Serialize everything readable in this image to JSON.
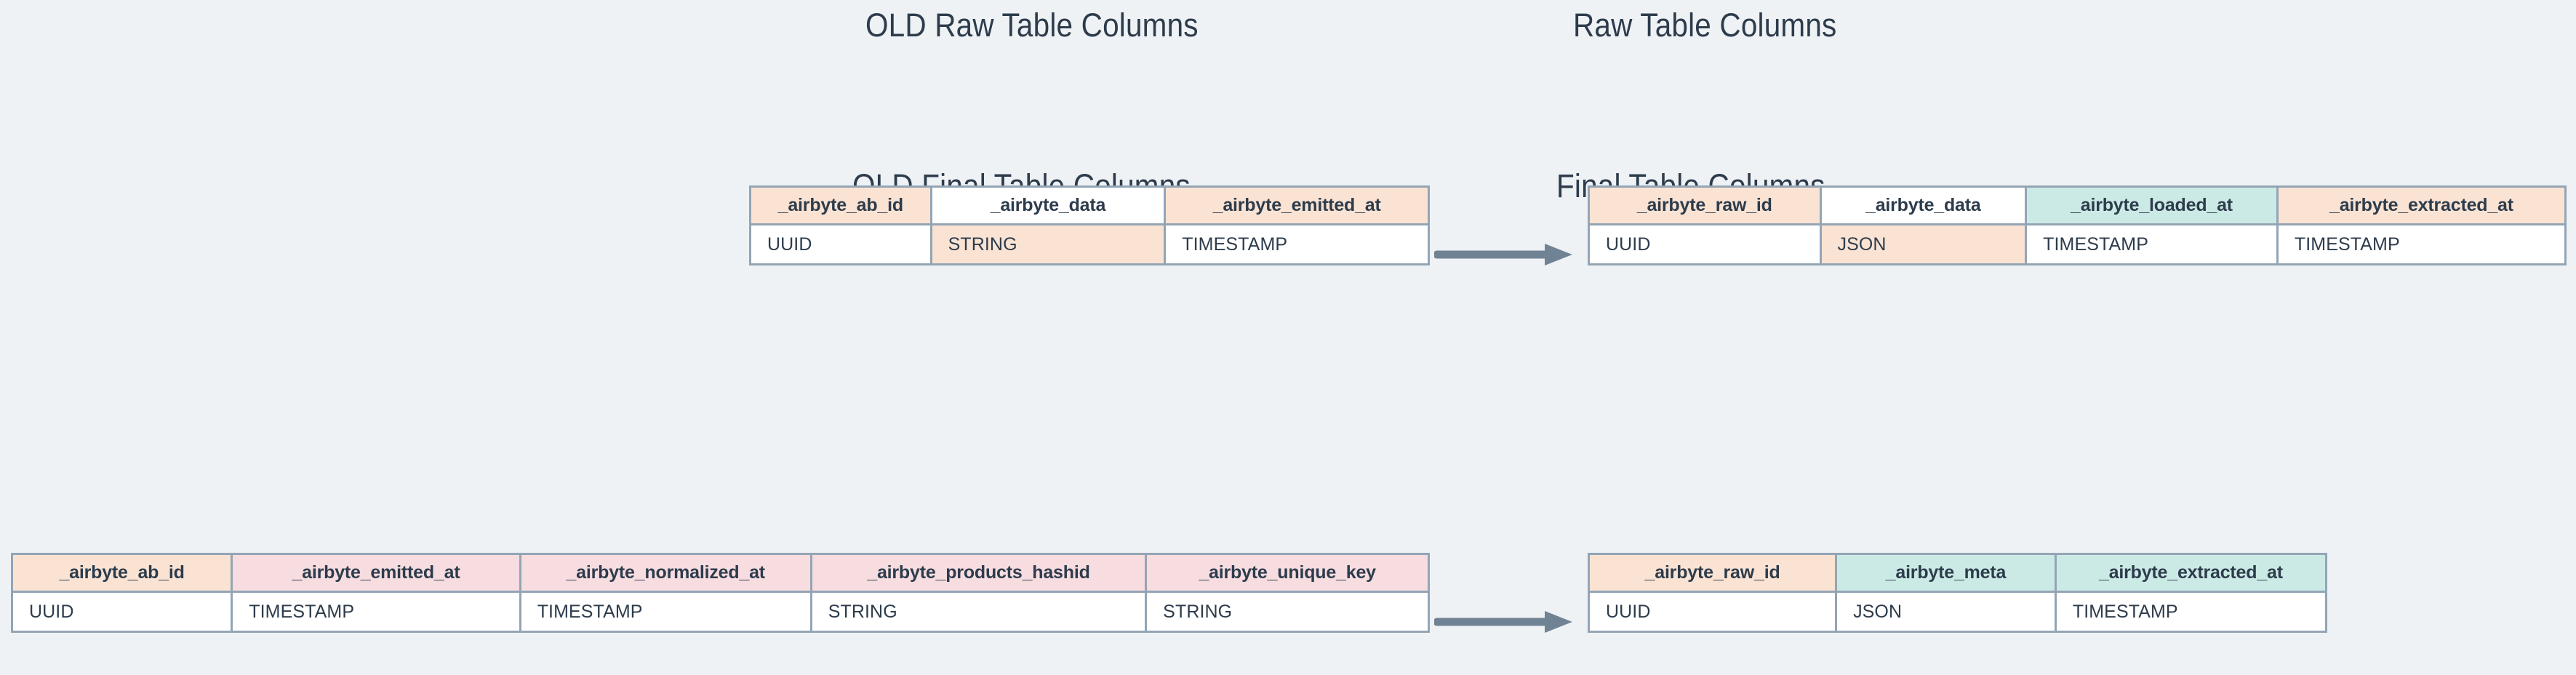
{
  "page": {
    "background_color": "#eff2f5",
    "text_color": "#2d3c4c",
    "border_color": "#93a5b5",
    "arrow_color": "#708394"
  },
  "palette": {
    "peach": "#fae3d3",
    "mint": "#cceae5",
    "pink": "#f7dce0",
    "white": "#ffffff"
  },
  "sections": {
    "raw": {
      "old_title": "OLD Raw Table Columns",
      "new_title": "Raw Table Columns",
      "arrow_label": "transforms-into-arrow"
    },
    "final": {
      "old_title": "OLD Final Table Columns",
      "new_title": "Final Table Columns",
      "arrow_label": "transforms-into-arrow"
    }
  },
  "tables": {
    "old_raw": {
      "columns": [
        {
          "name": "_airbyte_ab_id",
          "type": "UUID",
          "header_fill": "peach",
          "type_fill": "white"
        },
        {
          "name": "_airbyte_data",
          "type": "STRING",
          "header_fill": "white",
          "type_fill": "peach"
        },
        {
          "name": "_airbyte_emitted_at",
          "type": "TIMESTAMP",
          "header_fill": "peach",
          "type_fill": "white"
        }
      ]
    },
    "new_raw": {
      "columns": [
        {
          "name": "_airbyte_raw_id",
          "type": "UUID",
          "header_fill": "peach",
          "type_fill": "white"
        },
        {
          "name": "_airbyte_data",
          "type": "JSON",
          "header_fill": "white",
          "type_fill": "peach"
        },
        {
          "name": "_airbyte_loaded_at",
          "type": "TIMESTAMP",
          "header_fill": "mint",
          "type_fill": "white"
        },
        {
          "name": "_airbyte_extracted_at",
          "type": "TIMESTAMP",
          "header_fill": "peach",
          "type_fill": "white"
        }
      ]
    },
    "old_final": {
      "columns": [
        {
          "name": "_airbyte_ab_id",
          "type": "UUID",
          "header_fill": "peach",
          "type_fill": "white"
        },
        {
          "name": "_airbyte_emitted_at",
          "type": "TIMESTAMP",
          "header_fill": "pink",
          "type_fill": "white"
        },
        {
          "name": "_airbyte_normalized_at",
          "type": "TIMESTAMP",
          "header_fill": "pink",
          "type_fill": "white"
        },
        {
          "name": "_airbyte_products_hashid",
          "type": "STRING",
          "header_fill": "pink",
          "type_fill": "white"
        },
        {
          "name": "_airbyte_unique_key",
          "type": "STRING",
          "header_fill": "pink",
          "type_fill": "white"
        }
      ]
    },
    "new_final": {
      "columns": [
        {
          "name": "_airbyte_raw_id",
          "type": "UUID",
          "header_fill": "peach",
          "type_fill": "white"
        },
        {
          "name": "_airbyte_meta",
          "type": "JSON",
          "header_fill": "mint",
          "type_fill": "white"
        },
        {
          "name": "_airbyte_extracted_at",
          "type": "TIMESTAMP",
          "header_fill": "mint",
          "type_fill": "white"
        }
      ]
    }
  }
}
